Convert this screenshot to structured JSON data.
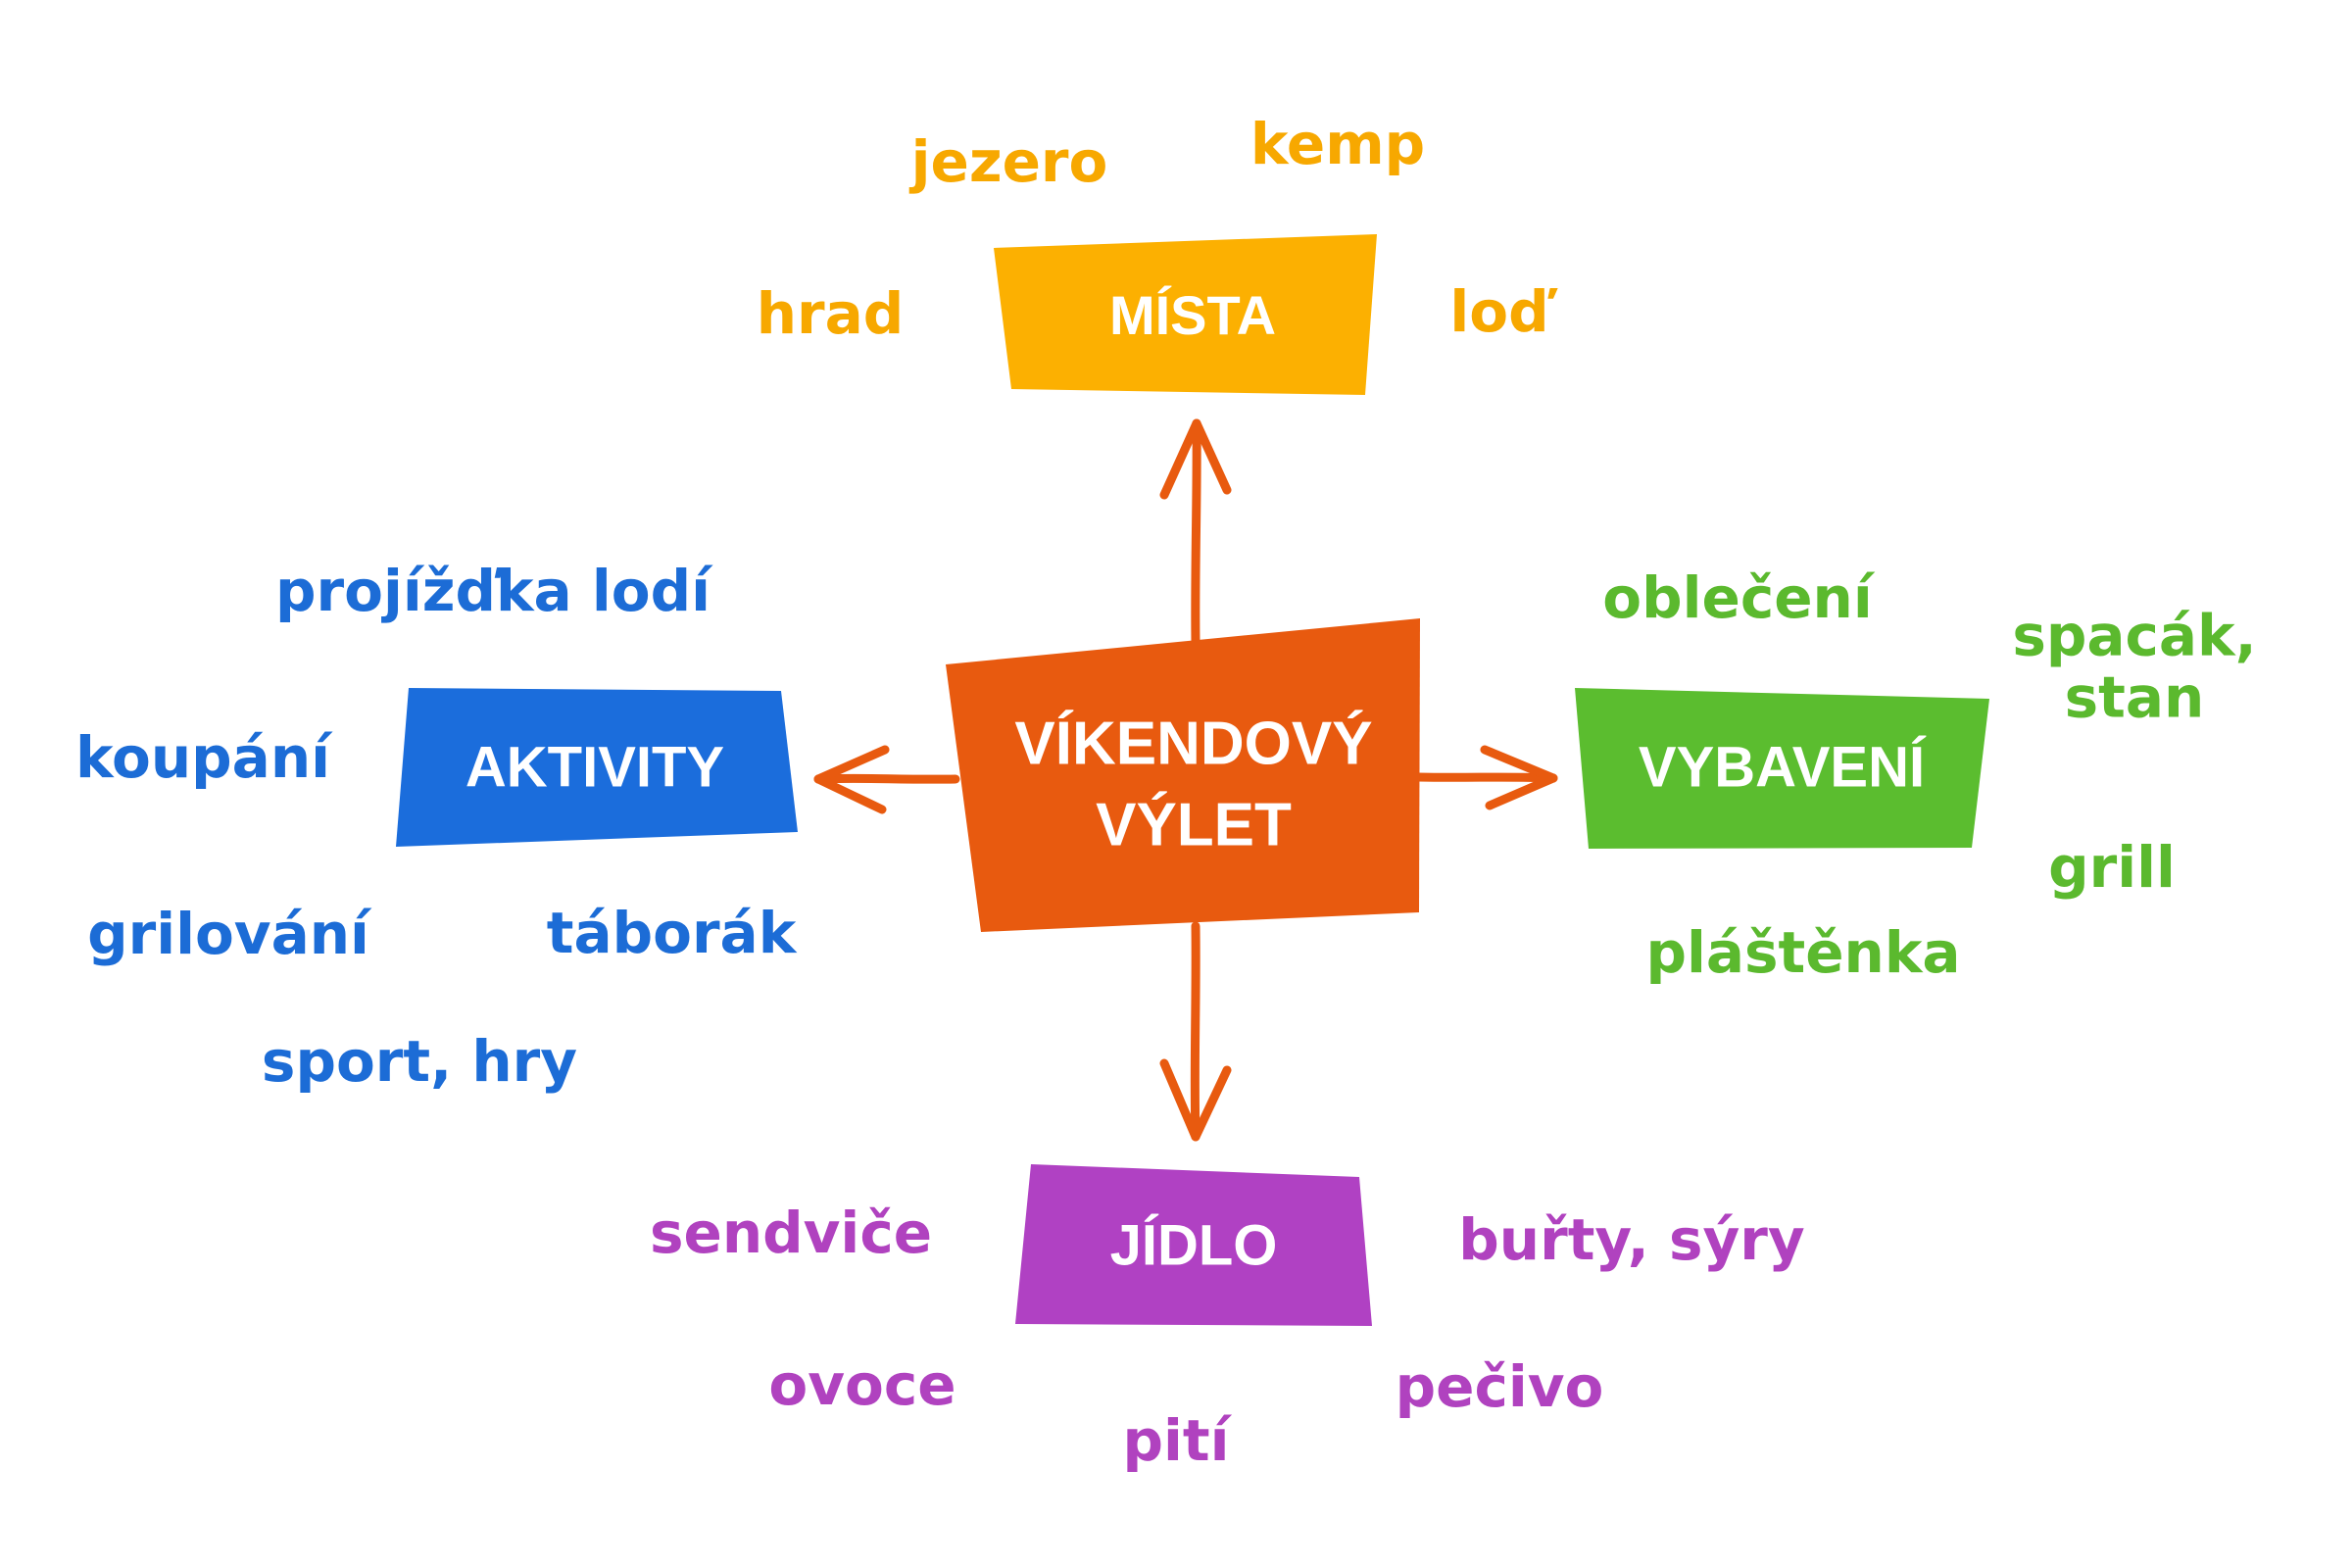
{
  "colors": {
    "center": "#e85a0f",
    "arrow": "#e85a0f",
    "mista": "#fcb001",
    "aktivity": "#1b6ddc",
    "vybaveni": "#5bbd2f",
    "jidlo": "#b041c3",
    "text_orange": "#f7a800",
    "text_blue": "#1c6cd6",
    "text_green": "#5bb92e",
    "text_purple": "#b042bf"
  },
  "center": {
    "line1": "VÍKENDOVÝ",
    "line2": "VÝLET"
  },
  "categories": {
    "mista": {
      "label": "MÍSTA",
      "words": {
        "jezero": "jezero",
        "kemp": "kemp",
        "hrad": "hrad",
        "lod": "loď"
      }
    },
    "aktivity": {
      "label": "AKTIVITY",
      "words": {
        "projizdka": "projížďka lodí",
        "koupani": "koupání",
        "grilovani": "grilování",
        "taborak": "táborák",
        "sport": "sport, hry"
      }
    },
    "vybaveni": {
      "label": "VYBAVENÍ",
      "words": {
        "obleceni": "oblečení",
        "spacak": "spacák, stan",
        "grill": "grill",
        "plastenka": "pláštěnka"
      }
    },
    "jidlo": {
      "label": "JÍDLO",
      "words": {
        "sendvice": "sendviče",
        "burty": "buřty, sýry",
        "ovoce": "ovoce",
        "piti": "pití",
        "pecivo": "pečivo"
      }
    }
  }
}
